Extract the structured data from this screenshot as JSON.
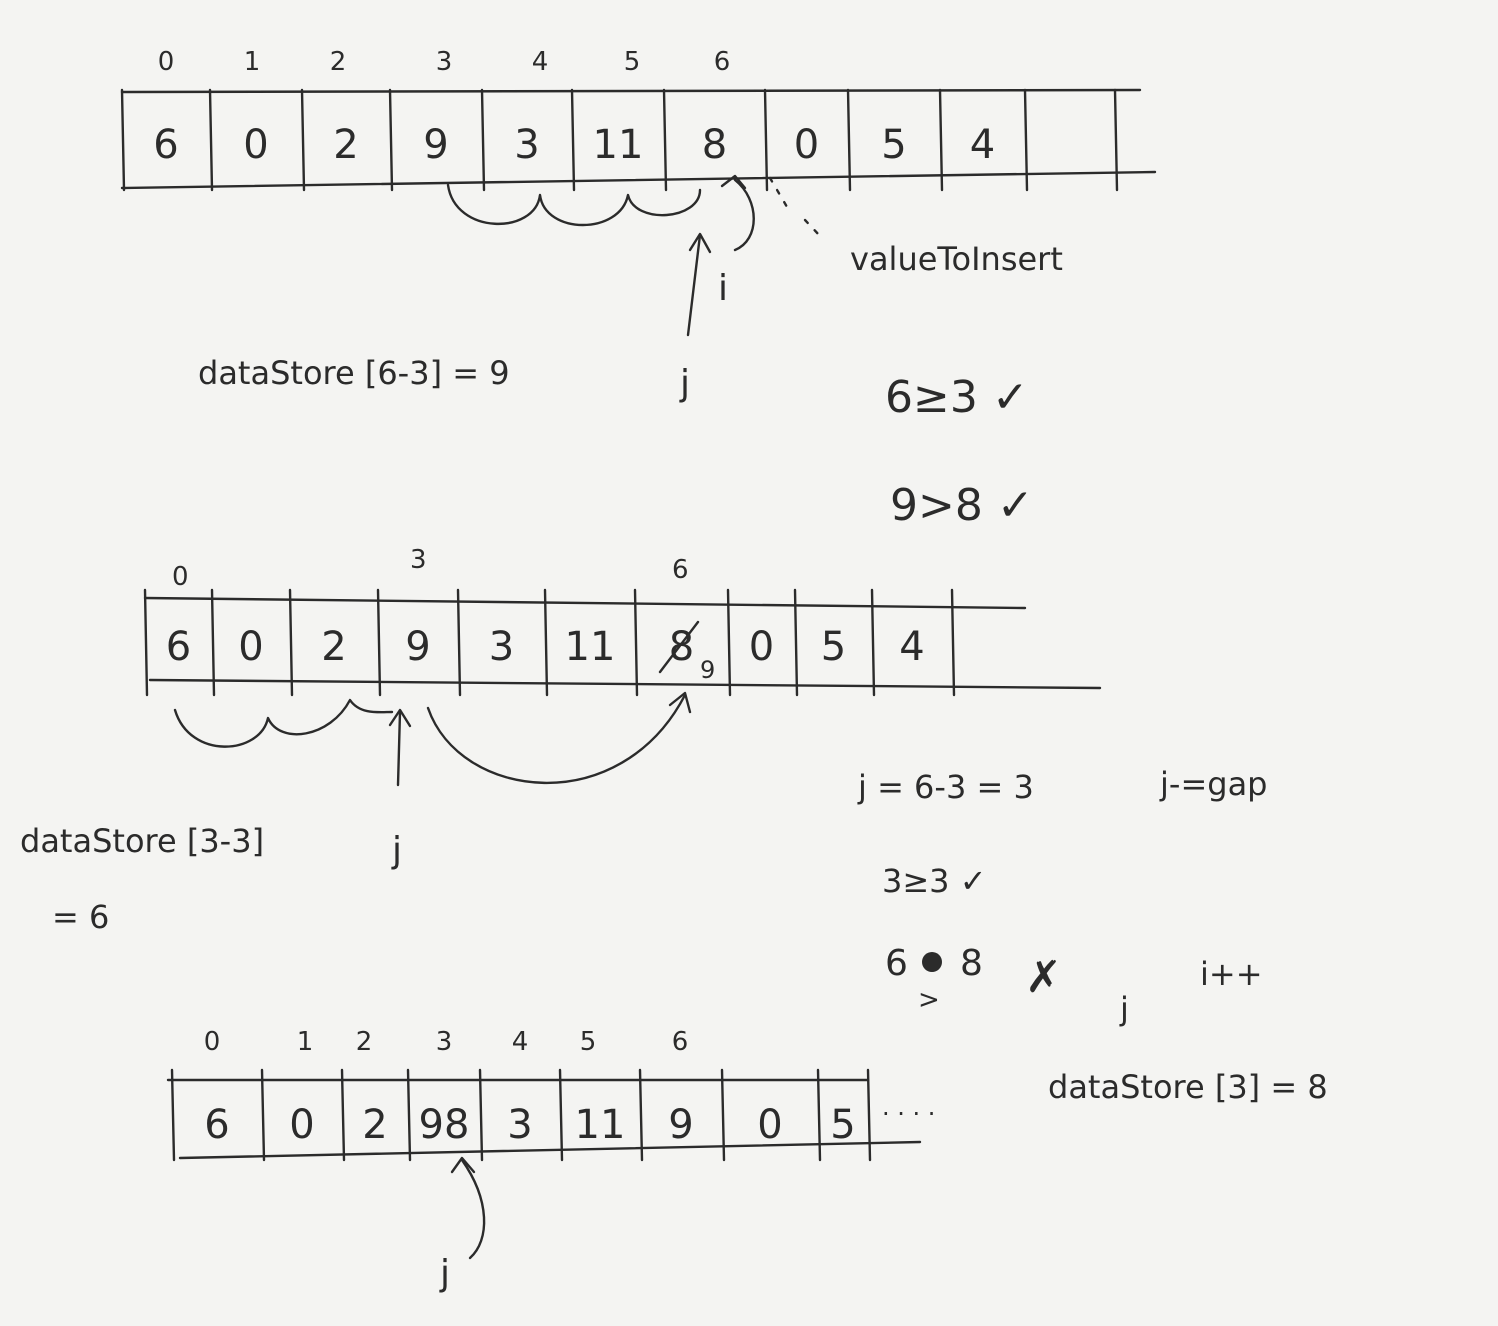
{
  "array1": {
    "indices": [
      "0",
      "1",
      "2",
      "3",
      "4",
      "5",
      "6"
    ],
    "cells": [
      "6",
      "0",
      "2",
      "9",
      "3",
      "11",
      "8",
      "0",
      "5",
      "4",
      ""
    ],
    "value_to_insert_label": "valueToInsert",
    "i_label": "i",
    "j_label": "j",
    "lookup": "dataStore [6-3] = 9"
  },
  "checks1": [
    "6≥3 ✓",
    "9>8 ✓"
  ],
  "array2": {
    "indices": [
      "0",
      "3",
      "6"
    ],
    "cells": [
      "6",
      "0",
      "2",
      "9",
      "3",
      "11",
      "8",
      "0",
      "5",
      "4",
      ""
    ],
    "overwrite": "9",
    "j_label": "j",
    "lookup_line1": "dataStore [3-3]",
    "lookup_line2": "= 6"
  },
  "checks2": [
    "j = 6-3 = 3",
    "j-=gap",
    "3≥3 ✓",
    "6",
    "8",
    "✗",
    "i++",
    "j",
    ">"
  ],
  "array3": {
    "indices": [
      "0",
      "1",
      "2",
      "3",
      "4",
      "5",
      "6"
    ],
    "cells": [
      "6",
      "0",
      "2",
      "98",
      "3",
      "11",
      "9",
      "0",
      "5"
    ],
    "ellipsis": "· · · ·",
    "j_label": "j",
    "assign": "dataStore [3] = 8"
  }
}
